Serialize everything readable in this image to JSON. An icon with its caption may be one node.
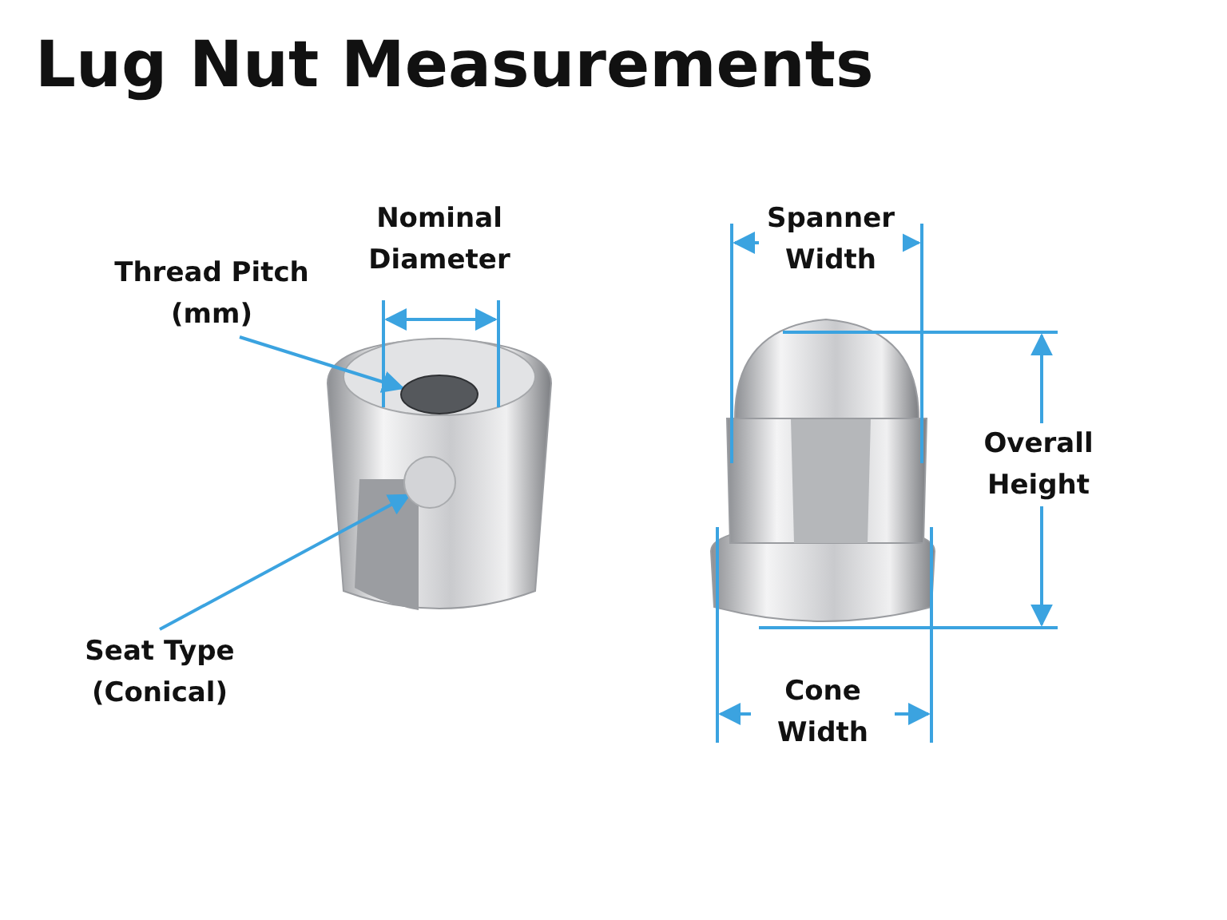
{
  "diagram": {
    "title": "Lug Nut Measurements",
    "nodes": [
      {
        "text": [
          "Thread Pitch (mm)"
        ]
      },
      {
        "text": [],
        "shape": "circle"
      },
      {
        "text": [
          "Seat Type (Conical)"
        ]
      },
      {
        "text": [],
        "shape": "circle"
      }
    ],
    "edges": [
      {
        "from": 0,
        "to": 1,
        "arrow": "to"
      },
      {
        "from": 2,
        "to": 3,
        "arrow": "to"
      }
    ],
    "labels": [
      "Nominal Diameter",
      "Spanner Width",
      "Overall Height",
      "Cone Width"
    ]
  }
}
